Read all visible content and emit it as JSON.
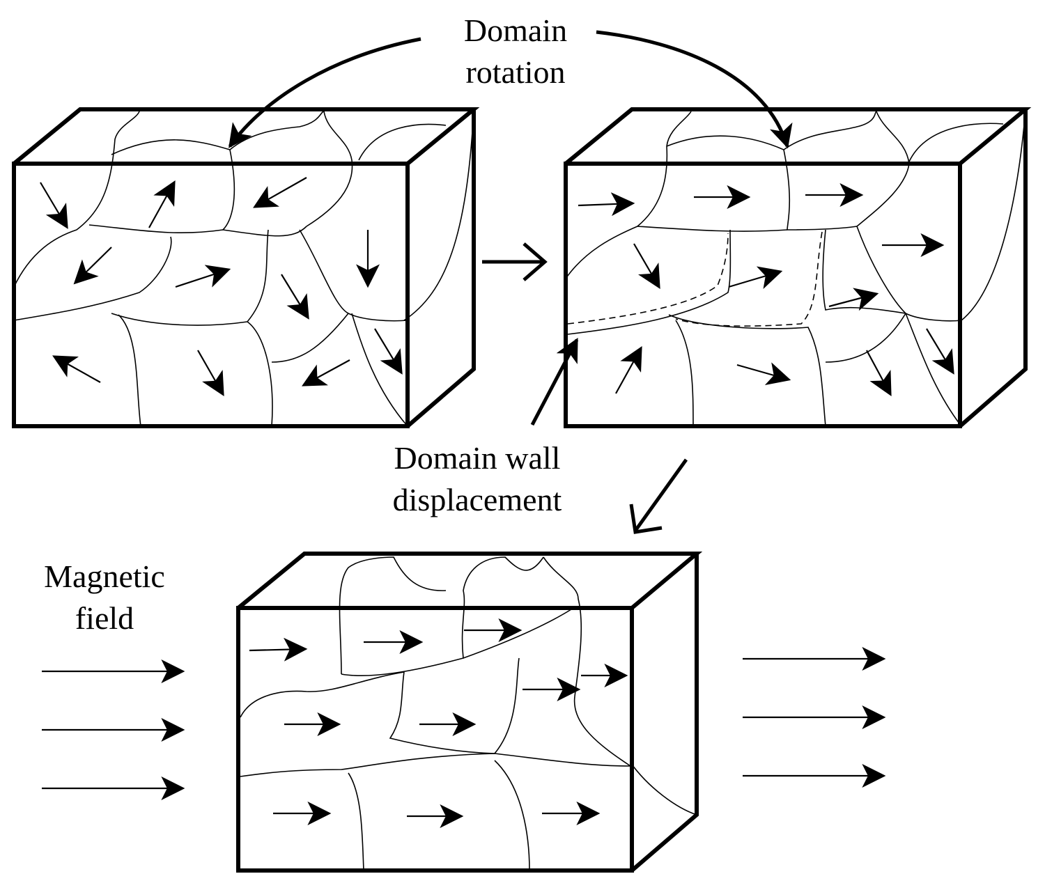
{
  "labels": {
    "domain_rotation": [
      "Domain",
      "rotation"
    ],
    "domain_wall_displacement": [
      "Domain wall",
      "displacement"
    ],
    "magnetic_field": [
      "Magnetic",
      "field"
    ]
  },
  "panels": [
    "initial-random-domains",
    "after-domain-wall-displacement",
    "aligned-domains-with-field"
  ]
}
